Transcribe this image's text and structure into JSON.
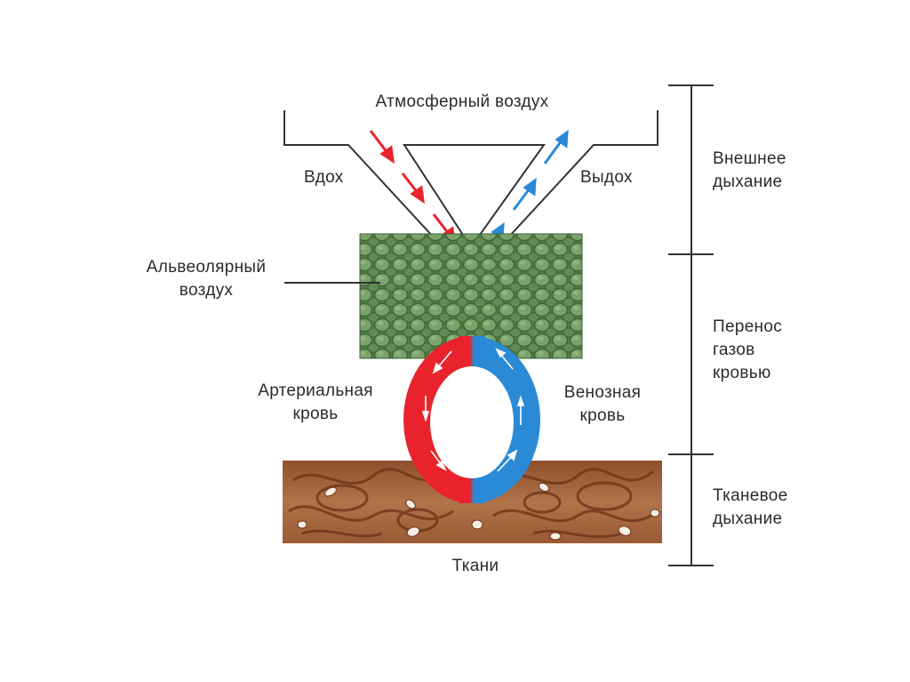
{
  "labels": {
    "atmospheric_air": "Атмосферный воздух",
    "inhale": "Вдох",
    "exhale": "Выдох",
    "alveolar_air": [
      "Альвеолярный",
      "воздух"
    ],
    "arterial_blood": [
      "Артериальная",
      "кровь"
    ],
    "venous_blood": [
      "Венозная",
      "кровь"
    ],
    "tissues": "Ткани"
  },
  "stages": [
    {
      "lines": [
        "Внешнее",
        "дыхание"
      ]
    },
    {
      "lines": [
        "Перенос",
        "газов",
        "кровью"
      ]
    },
    {
      "lines": [
        "Тканевое",
        "дыхание"
      ]
    }
  ],
  "colors": {
    "arterial": "#e8232b",
    "venous": "#2a8ad6",
    "alveoli": "#5f8a55",
    "tissue": "#a5643c",
    "outline": "#333333"
  }
}
